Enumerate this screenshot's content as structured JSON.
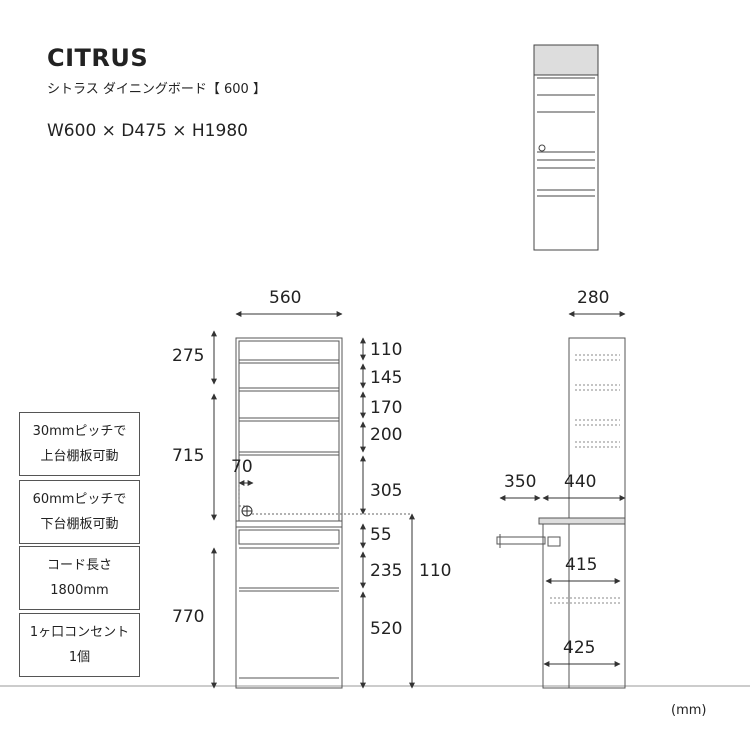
{
  "header": {
    "title": "CITRUS",
    "subtitle": "シトラス ダイニングボード【 600 】",
    "dimensions": "W600 × D475 × H1980"
  },
  "notes": [
    {
      "line1": "30mmピッチで",
      "line2": "上台棚板可動"
    },
    {
      "line1": "60mmピッチで",
      "line2": "下台棚板可動"
    },
    {
      "line1": "コード長さ",
      "line2": "1800mm"
    },
    {
      "line1": "1ヶ口コンセント",
      "line2": "1個"
    }
  ],
  "front_view": {
    "width": "560",
    "left_dims": [
      "275",
      "715",
      "770"
    ],
    "right_dims": [
      "110",
      "145",
      "170",
      "200",
      "305",
      "55",
      "235",
      "520"
    ],
    "outlet_offset": "70",
    "total_lower": "110"
  },
  "side_view": {
    "depth": "280",
    "pullout_extension": "350",
    "upper_depth": "440",
    "inner_depth_upper": "415",
    "inner_depth_lower": "425"
  },
  "unit": "(mm)",
  "colors": {
    "line": "#555555",
    "dotted": "#666666",
    "ground": "#888888"
  }
}
